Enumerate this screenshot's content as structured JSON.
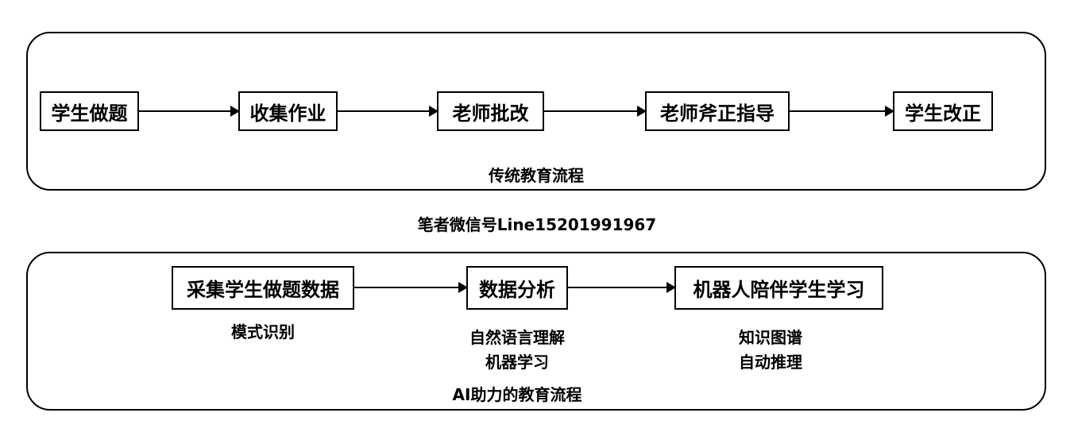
{
  "traditional": {
    "steps": [
      "学生做题",
      "收集作业",
      "老师批改",
      "老师斧正指导",
      "学生改正"
    ],
    "caption": "传统教育流程"
  },
  "author_note": "笔者微信号Line15201991967",
  "ai": {
    "steps": [
      "采集学生做题数据",
      "数据分析",
      "机器人陪伴学生学习"
    ],
    "tech": [
      [
        "模式识别"
      ],
      [
        "自然语言理解",
        "机器学习"
      ],
      [
        "知识图谱",
        "自动推理"
      ]
    ],
    "caption": "AI助力的教育流程"
  }
}
